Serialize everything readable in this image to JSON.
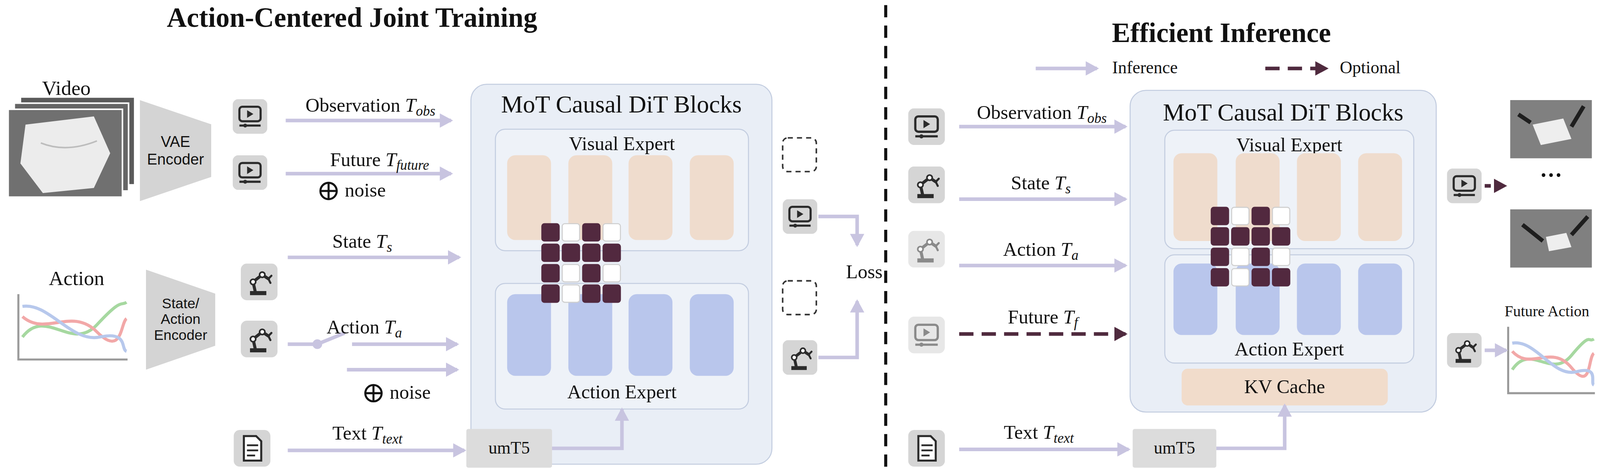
{
  "diagram": {
    "nodes": [
      {
        "text": [
          "VAE Encoder"
        ]
      },
      {
        "text": [
          "State/ Action Encoder"
        ]
      },
      {
        "text": [
          "MoT Causal DiT Blocks"
        ]
      },
      {
        "text": [
          "Visual Expert"
        ],
        "in": 2
      },
      {
        "text": [
          "Action Expert"
        ],
        "in": 2
      },
      {
        "text": [
          "umT5"
        ]
      },
      {
        "text": [
          "MoT Causal DiT Blocks"
        ]
      },
      {
        "text": [
          "Visual Expert"
        ],
        "in": 6
      },
      {
        "text": [
          "Action Expert"
        ],
        "in": 6
      },
      {
        "text": [
          "KV Cache"
        ],
        "in": 6
      },
      {
        "text": [
          "umT5"
        ]
      }
    ],
    "edges": [
      {
        "from": 5,
        "to": 4,
        "arrow": "to"
      },
      {
        "from": 10,
        "to": 9,
        "arrow": "to"
      }
    ],
    "labels": [
      "Action-Centered Joint Training",
      "Video",
      "Observation Tobs",
      "Future Tfuture",
      "noise",
      "Action",
      "State Ts",
      "Action Ta",
      "noise",
      "Text Ttext",
      "Loss",
      "Efficient Inference",
      "Observation Tobs",
      "State Ts",
      "Action Ta",
      "Future Tf",
      "Text Ttext",
      "···",
      "Future Action"
    ],
    "legend": [
      {
        "text": "Inference"
      },
      {
        "text": "Optional"
      }
    ]
  }
}
